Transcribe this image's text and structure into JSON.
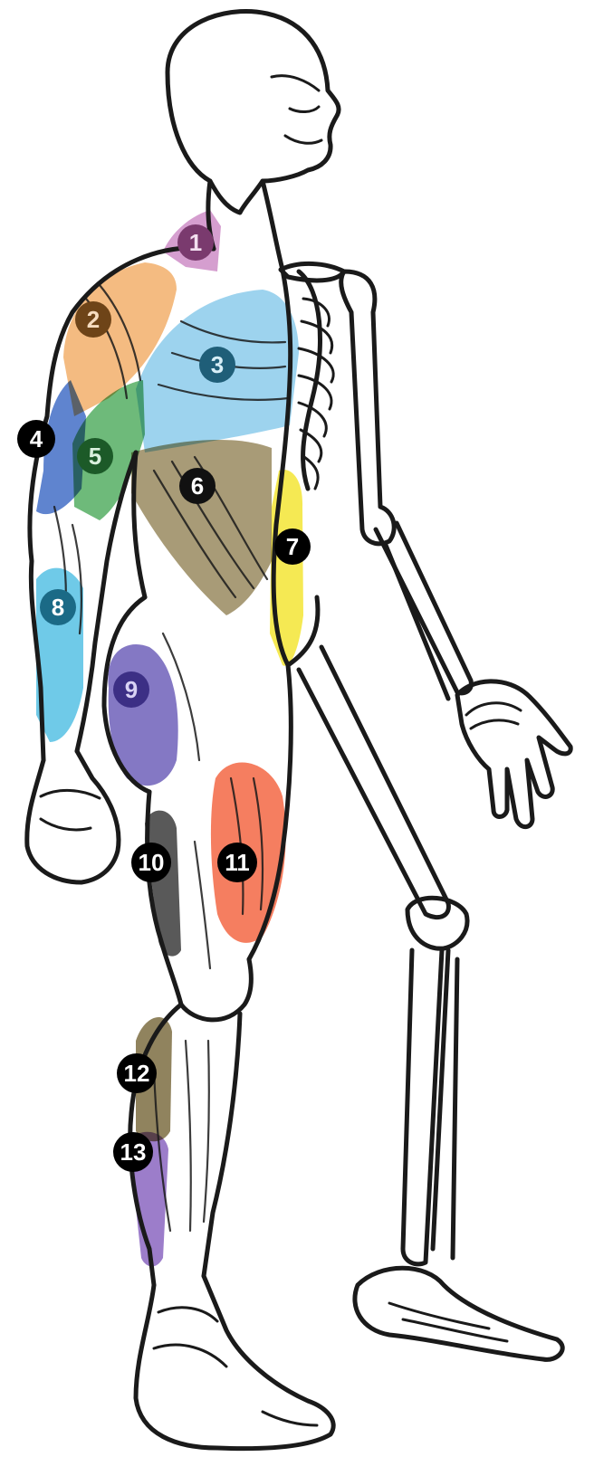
{
  "markers": [
    {
      "label": "1",
      "fill": "#7a3a6e",
      "text_color": "#f3dff0",
      "muscle_color": "#c77dbf"
    },
    {
      "label": "2",
      "fill": "#6e4418",
      "text_color": "#f6dcc0",
      "muscle_color": "#f0a457"
    },
    {
      "label": "3",
      "fill": "#1f5e78",
      "text_color": "#d7eef7",
      "muscle_color": "#7cc4e8"
    },
    {
      "label": "4",
      "fill": "#000000",
      "text_color": "#ffffff",
      "muscle_color": "#2a5bbf"
    },
    {
      "label": "5",
      "fill": "#1c5a28",
      "text_color": "#d9f1dd",
      "muscle_color": "#3da34d"
    },
    {
      "label": "6",
      "fill": "#111111",
      "text_color": "#ffffff",
      "muscle_color": "#8b7a4a"
    },
    {
      "label": "7",
      "fill": "#000000",
      "text_color": "#ffffff",
      "muscle_color": "#f2e21a"
    },
    {
      "label": "8",
      "fill": "#1b6a86",
      "text_color": "#ffffff",
      "muscle_color": "#3fb8e0"
    },
    {
      "label": "9",
      "fill": "#3c2f85",
      "text_color": "#d8d2f4",
      "muscle_color": "#5b4bb0"
    },
    {
      "label": "10",
      "fill": "#000000",
      "text_color": "#ffffff",
      "muscle_color": "#222222"
    },
    {
      "label": "11",
      "fill": "#000000",
      "text_color": "#ffffff",
      "muscle_color": "#f2532b"
    },
    {
      "label": "12",
      "fill": "#000000",
      "text_color": "#ffffff",
      "muscle_color": "#6b5a28"
    },
    {
      "label": "13",
      "fill": "#000000",
      "text_color": "#ffffff",
      "muscle_color": "#7b52b8"
    }
  ]
}
